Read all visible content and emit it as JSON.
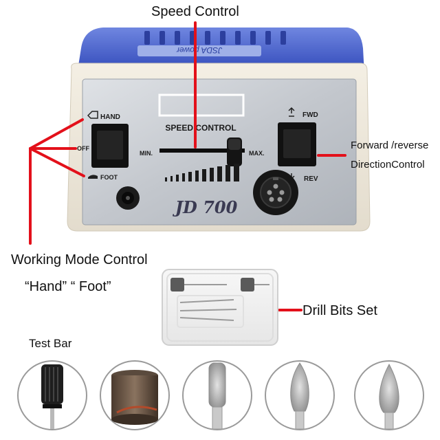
{
  "callouts": {
    "speed_control": "Speed Control",
    "forward_reverse_1": "Forward /reverse",
    "forward_reverse_2": "DirectionControl",
    "working_mode": "Working Mode Control",
    "hand_foot": "“Hand” “ Foot”",
    "drill_bits_set": "Drill Bits Set",
    "test_bar": "Test Bar"
  },
  "device": {
    "brand_strip": "JSDA power",
    "panel_title": "SPEED CONTROL",
    "hand_label": "HAND",
    "off_label": "OFF",
    "foot_label": "FOOT",
    "min_label": "MIN.",
    "max_label": "MAX.",
    "fwd_label": "FWD",
    "rev_label": "REV",
    "model": "JD 700"
  },
  "colors": {
    "annotation_red": "#e3101a",
    "body_blue": "#3b57c8",
    "panel_silver": "#c9cdd3"
  },
  "bits": [
    {
      "name": "test-bar-bit"
    },
    {
      "name": "sanding-band-bit"
    },
    {
      "name": "cylinder-diamond-bit"
    },
    {
      "name": "flame-diamond-bit"
    },
    {
      "name": "cone-diamond-bit"
    }
  ]
}
